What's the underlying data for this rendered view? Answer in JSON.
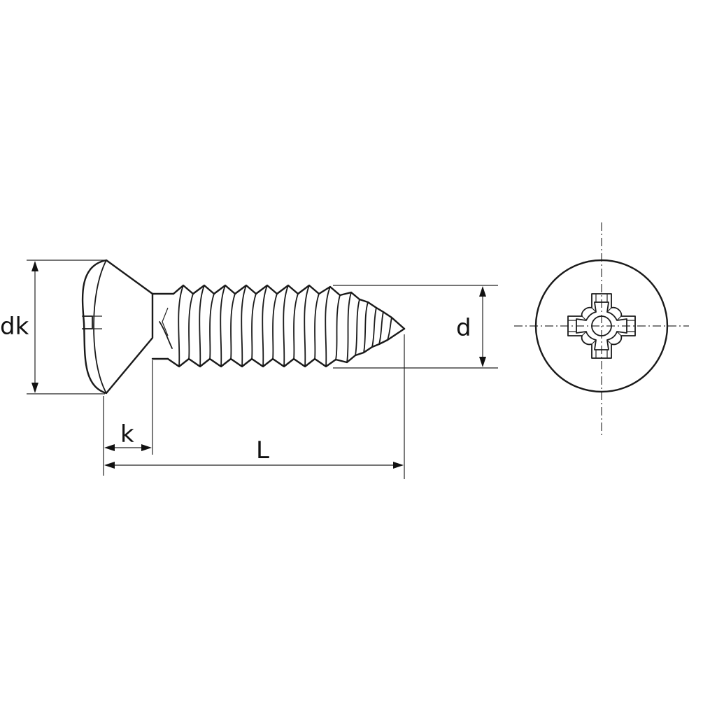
{
  "labels": {
    "head_diameter": "dk",
    "head_height": "k",
    "length": "L",
    "thread_diameter": "d"
  },
  "icons": {
    "side_view": "oval-head-tapping-screw-side-view",
    "top_view": "pozidriv-cross-recess-head-view"
  },
  "colors": {
    "line": "#1a1a1a",
    "background": "#ffffff"
  }
}
